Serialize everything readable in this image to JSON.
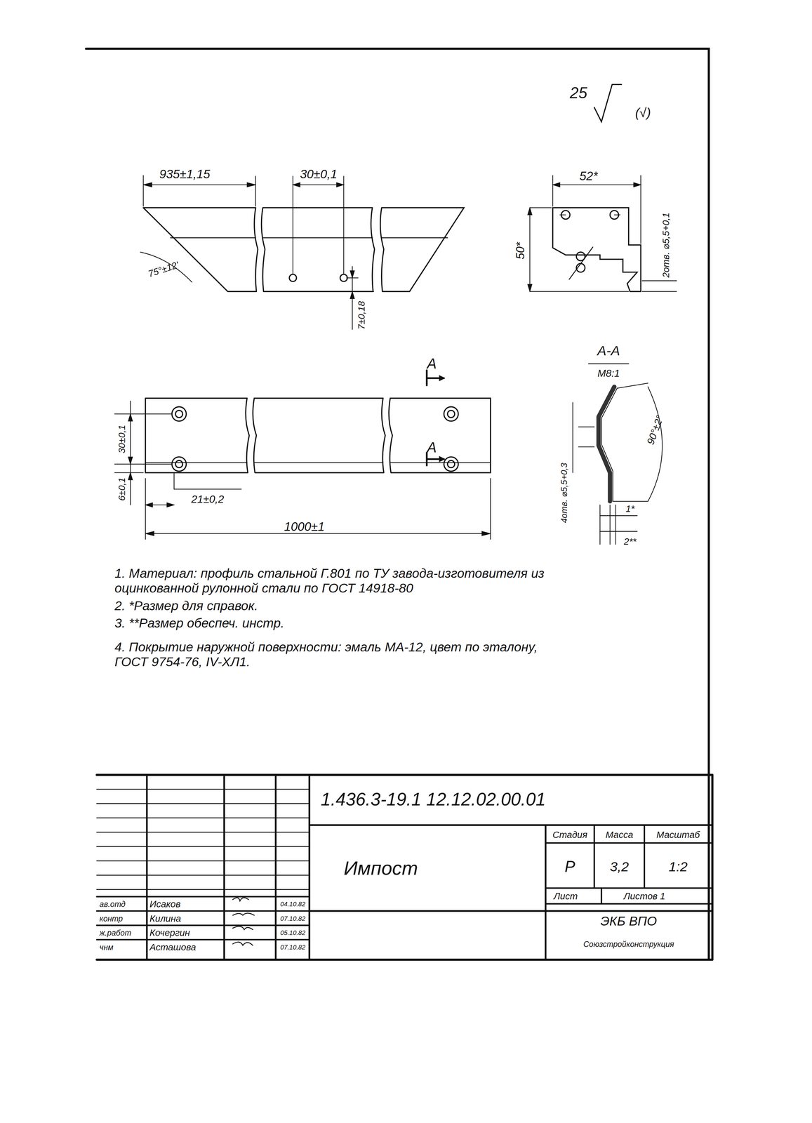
{
  "diagram": {
    "labels": [
      "25",
      "(√)",
      "935±1,15",
      "30±0,1",
      "75°±12'",
      "7±0,18",
      "52*",
      "50*",
      "2отв. ⌀5,5+0,1",
      "A",
      "A-A",
      "М8:1",
      "A",
      "30±0,1",
      "6±0,1",
      "21±0,2",
      "1000±1",
      "4отв. ⌀5,5+0,3",
      "90°±2°",
      "1*",
      "2**",
      "1. Материал: профиль стальной Г.801 по ТУ завода-изготовителя из оцинкованной рулонной стали по ГОСТ 14918-80",
      "2. *Размер для справок.",
      "3. **Размер обеспеч. инстр.",
      "4. Покрытие наружной поверхности: эмаль МА-12, цвет по эталону, ГОСТ 9754-76, IV-ХЛ1.",
      "1.436.3-19.1 12.12.02.00.01",
      "Импост",
      "Стадия",
      "Масса",
      "Масштаб",
      "Р",
      "3,2",
      "1:2",
      "Лист",
      "Листов 1",
      "ЭКБ ВПО",
      "Союзстройконструкция",
      "ав.отд",
      "контр",
      "ж.работ",
      "чнм",
      "Исаков",
      "Килина",
      "Кочергин",
      "Асташова",
      "04.10.82",
      "07.10.82",
      "05.10.82",
      "07.10.82"
    ]
  }
}
